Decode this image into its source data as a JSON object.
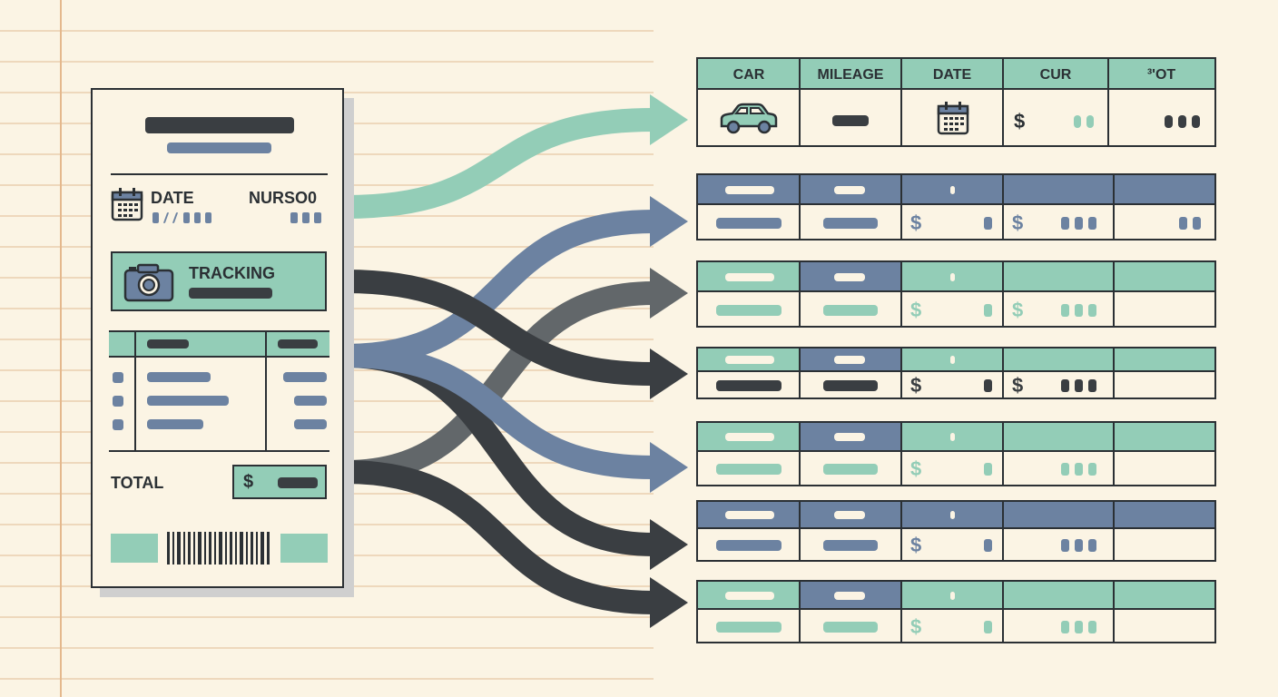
{
  "colors": {
    "background": "#fbf4e4",
    "ink": "#2b3034",
    "mint": "#93cdb7",
    "slate_blue": "#6c82a1",
    "charcoal": "#3a3e42",
    "gray_arrow": "#62676a"
  },
  "receipt": {
    "date_label": "DATE",
    "number_label": "NURSO0",
    "tracking_label": "TRACKING",
    "total_label": "TOTAL",
    "currency_symbol": "$",
    "icons": [
      "calendar-icon",
      "camera-icon",
      "barcode-icon"
    ]
  },
  "table_header": {
    "columns": [
      "CAR",
      "MILEAGE",
      "DATE",
      "CUR",
      "³'OT"
    ],
    "icons": [
      "car-icon",
      "calendar-icon"
    ],
    "currency_symbol": "$"
  },
  "ledger_rows": [
    {
      "style": "slate",
      "dollar_cols": [
        2,
        3
      ]
    },
    {
      "style": "mint",
      "dollar_cols": [
        2,
        3
      ]
    },
    {
      "style": "dark",
      "dollar_cols": [
        2,
        3
      ]
    },
    {
      "style": "mint",
      "dollar_cols": [
        2
      ]
    },
    {
      "style": "slate",
      "dollar_cols": [
        2
      ]
    },
    {
      "style": "mint",
      "dollar_cols": [
        2
      ]
    }
  ],
  "flows": [
    {
      "from": "date-section",
      "to": "header-table",
      "color": "mint"
    },
    {
      "from": "tracking-section",
      "to": "ledger-row-3",
      "color": "charcoal"
    },
    {
      "from": "items-section",
      "to": "ledger-row-1",
      "color": "slate_blue"
    },
    {
      "from": "items-section",
      "to": "ledger-row-4",
      "color": "slate_blue"
    },
    {
      "from": "items-section",
      "to": "ledger-row-5",
      "color": "charcoal"
    },
    {
      "from": "total-section",
      "to": "ledger-row-2",
      "color": "gray_arrow"
    },
    {
      "from": "total-section",
      "to": "ledger-row-6",
      "color": "charcoal"
    }
  ]
}
